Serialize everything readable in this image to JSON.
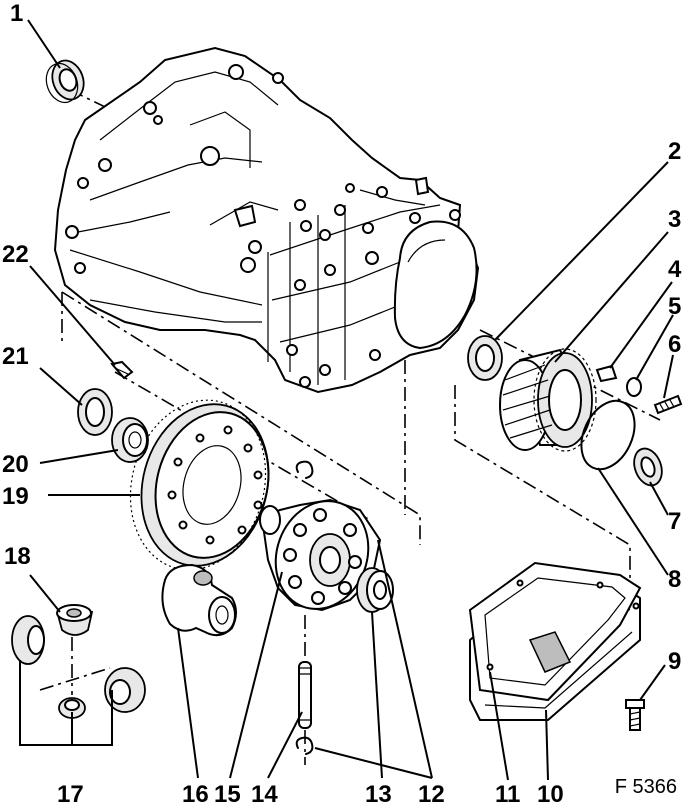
{
  "figure_ref": "F 5366",
  "callouts": [
    {
      "id": "1",
      "text": "1"
    },
    {
      "id": "2",
      "text": "2"
    },
    {
      "id": "3",
      "text": "3"
    },
    {
      "id": "4",
      "text": "4"
    },
    {
      "id": "5",
      "text": "5"
    },
    {
      "id": "6",
      "text": "6"
    },
    {
      "id": "7",
      "text": "7"
    },
    {
      "id": "8",
      "text": "8"
    },
    {
      "id": "9",
      "text": "9"
    },
    {
      "id": "10",
      "text": "10"
    },
    {
      "id": "11",
      "text": "11"
    },
    {
      "id": "12",
      "text": "12"
    },
    {
      "id": "13",
      "text": "13"
    },
    {
      "id": "14",
      "text": "14"
    },
    {
      "id": "15",
      "text": "15"
    },
    {
      "id": "16",
      "text": "16"
    },
    {
      "id": "17",
      "text": "17"
    },
    {
      "id": "18",
      "text": "18"
    },
    {
      "id": "19",
      "text": "19"
    },
    {
      "id": "20",
      "text": "20"
    },
    {
      "id": "21",
      "text": "21"
    },
    {
      "id": "22",
      "text": "22"
    }
  ]
}
